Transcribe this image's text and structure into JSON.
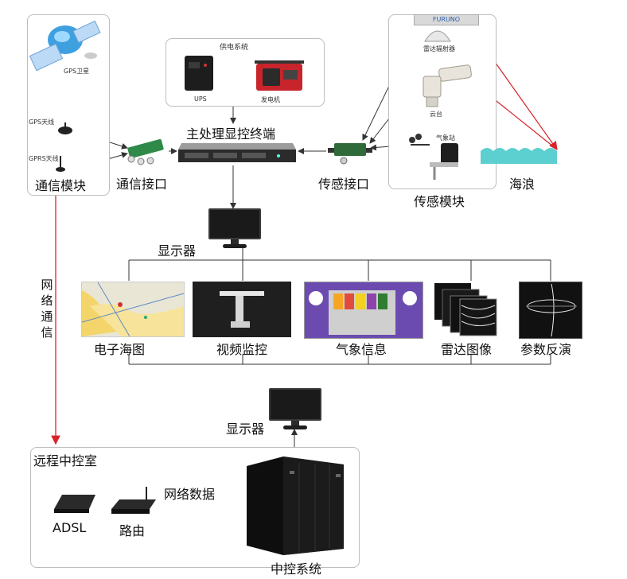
{
  "satellite": {
    "gps_satellite_label": "GPS卫星",
    "gps_antenna_label": "GPS天线",
    "gprs_antenna_label": "GPRS天线",
    "comm_module_label": "通信模块"
  },
  "power": {
    "title": "供电系统",
    "ups_label": "UPS",
    "generator_label": "发电机"
  },
  "main": {
    "terminal_label": "主处理显控终端",
    "comm_interface_label": "通信接口",
    "sensor_interface_label": "传感接口"
  },
  "sensors": {
    "brand_text": "FURUNO",
    "radar_label": "雷达辐射器",
    "pan_tilt_label": "云台",
    "weather_station_label": "气象站",
    "module_label": "传感模块"
  },
  "wave": {
    "label": "海浪"
  },
  "display": {
    "label": "显示器"
  },
  "apps": [
    {
      "label": "电子海图"
    },
    {
      "label": "视频监控"
    },
    {
      "label": "气象信息"
    },
    {
      "label": "雷达图像"
    },
    {
      "label": "参数反演"
    }
  ],
  "network": {
    "vertical_label": [
      "网",
      "络",
      "通",
      "信"
    ]
  },
  "display2": {
    "label": "显示器"
  },
  "remote": {
    "title": "远程中控室",
    "adsl_label": "ADSL",
    "router_label": "路由",
    "net_data_label": "网络数据",
    "central_label": "中控系统"
  },
  "colors": {
    "red_line": "#d8232a",
    "line": "#333333",
    "sea": "#5ccfd0",
    "weather_bar_colors": [
      "#f6a623",
      "#e24b3b",
      "#f2d024",
      "#8e44ad",
      "#2e7d32"
    ]
  }
}
